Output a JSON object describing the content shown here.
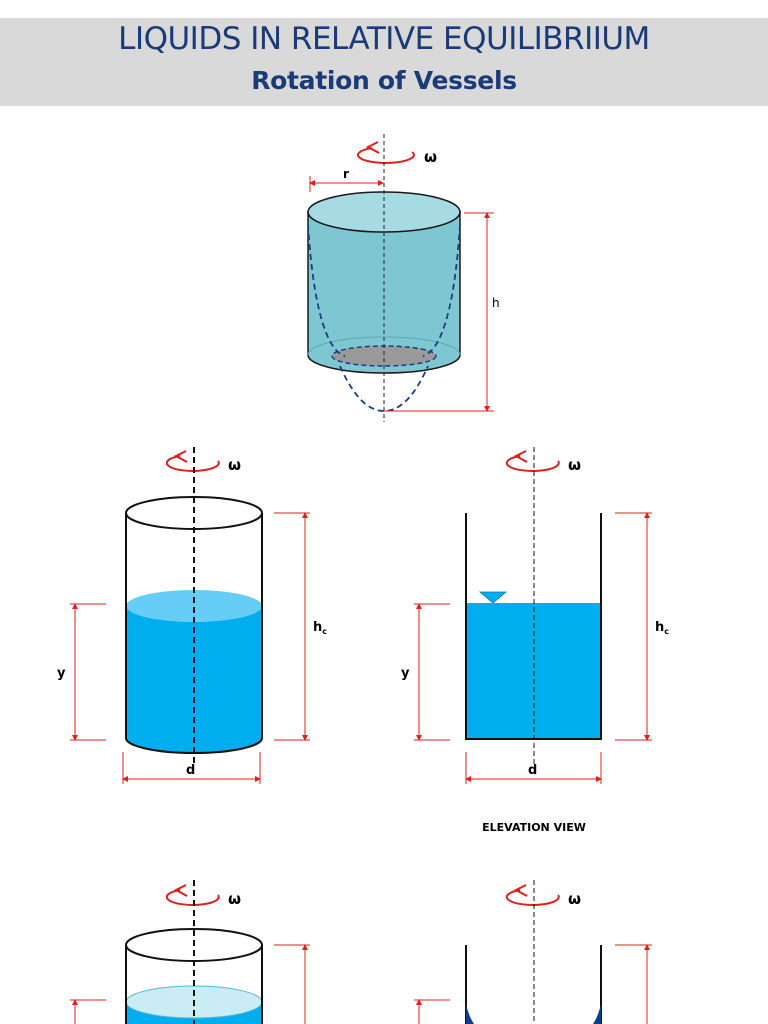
{
  "header": {
    "title": "LIQUIDS IN RELATIVE EQUILIBRIIUM",
    "subtitle": "Rotation of Vessels"
  },
  "figure1": {
    "omega": "ω",
    "radius_label": "r",
    "height_label": "h"
  },
  "figure2": {
    "omega": "ω",
    "depth_label": "y",
    "height_label": "h",
    "height_sub": "c",
    "diameter_label": "d"
  },
  "figure3": {
    "omega": "ω",
    "depth_label": "y",
    "height_label": "h",
    "height_sub": "c",
    "diameter_label": "d",
    "caption": "ELEVATION VIEW"
  },
  "figure4": {
    "omega": "ω"
  },
  "figure5": {
    "omega": "ω"
  },
  "colors": {
    "title": "#1a3a78",
    "header_bg": "#d9d9d9",
    "water": "#00aeef",
    "water_surface": "#66cdf7",
    "vessel_teal": "#7ec6d2",
    "dimension_red": "#e0201c",
    "paraboloid_dash": "#1f3f7a"
  }
}
